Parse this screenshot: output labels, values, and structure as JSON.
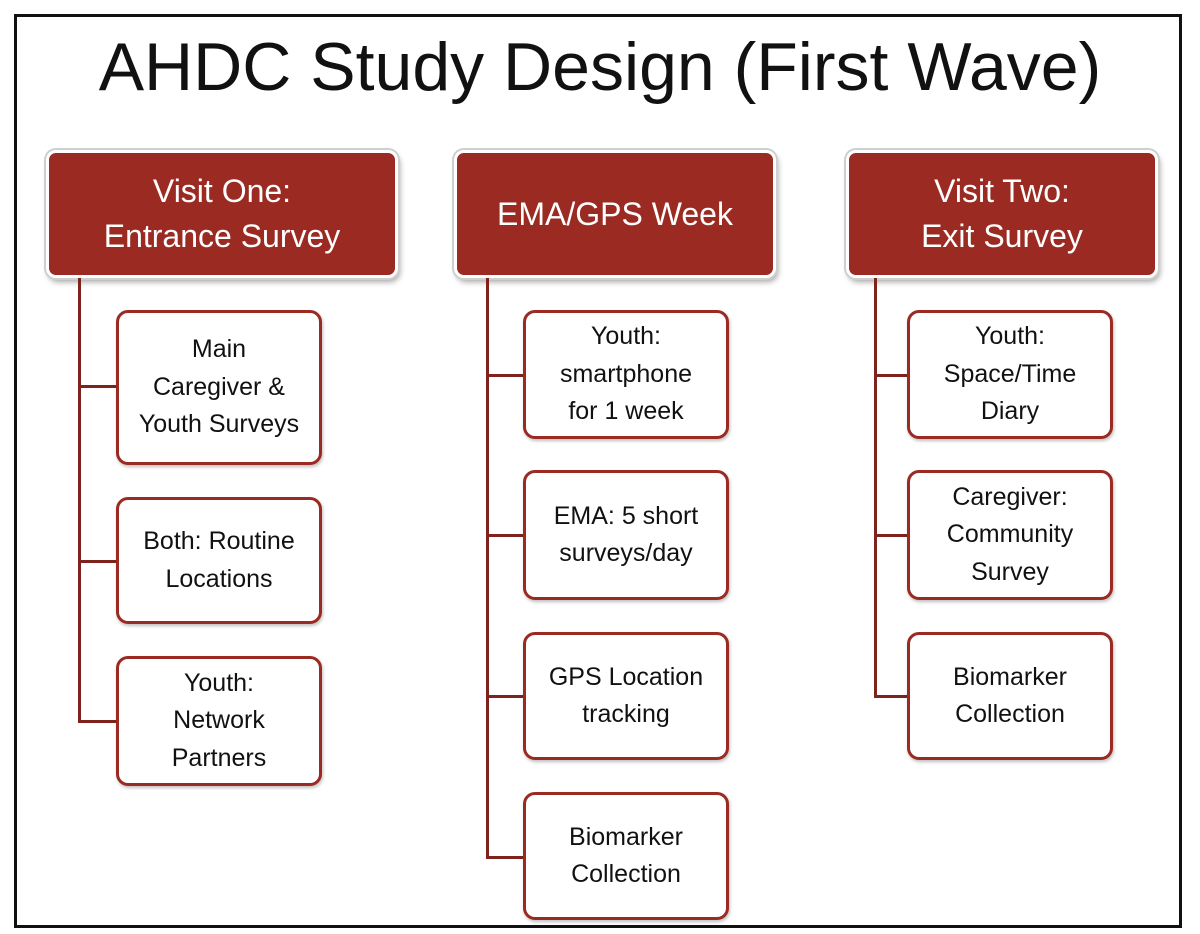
{
  "title": "AHDC Study Design (First Wave)",
  "columns": [
    {
      "header": "Visit One:\nEntrance Survey",
      "items": [
        "Main\nCaregiver &\nYouth Surveys",
        "Both: Routine\nLocations",
        "Youth:\nNetwork\nPartners"
      ]
    },
    {
      "header": "EMA/GPS Week",
      "items": [
        "Youth:\nsmartphone\nfor 1 week",
        "EMA: 5 short\nsurveys/day",
        "GPS Location\ntracking",
        "Biomarker\nCollection"
      ]
    },
    {
      "header": "Visit Two:\nExit Survey",
      "items": [
        "Youth:\nSpace/Time\nDiary",
        "Caregiver:\nCommunity\nSurvey",
        "Biomarker\nCollection"
      ]
    }
  ],
  "colors": {
    "accent": "#9b2b22",
    "connector": "#7d231c"
  }
}
